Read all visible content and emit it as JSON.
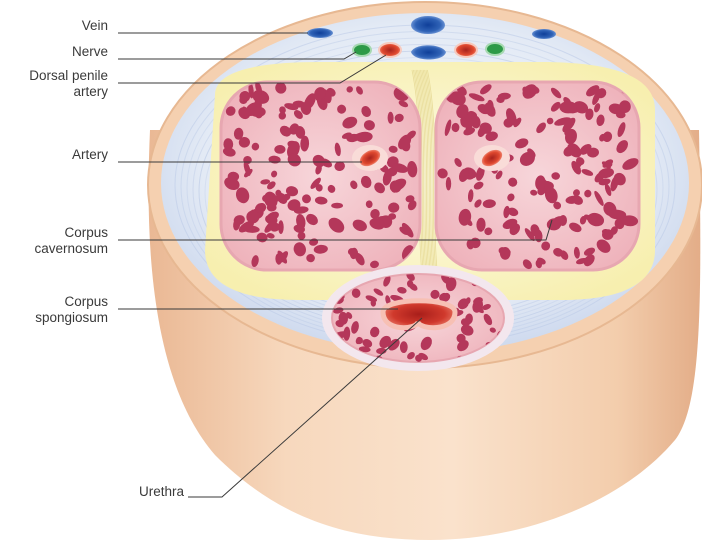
{
  "labels": {
    "vein": "Vein",
    "nerve": "Nerve",
    "dorsal_penile_artery": [
      "Dorsal penile",
      "artery"
    ],
    "artery": "Artery",
    "corpus_cavernosum": [
      "Corpus",
      "cavernosum"
    ],
    "corpus_spongiosum": [
      "Corpus",
      "spongiosum"
    ],
    "urethra": "Urethra"
  },
  "colors": {
    "skin_outer": "#f6d3b4",
    "skin_edge": "#e8b994",
    "fascia": "#dfe7f4",
    "fascia_stripe": "#b9c8e6",
    "tunica": "#fbf5c8",
    "erectile_tissue": "#f2c3c9",
    "sinusoid": "#b4375a",
    "artery_red": "#d9432f",
    "vein_blue": "#2f62b6",
    "nerve_green": "#2d9a47",
    "leader_line": "#3a3a3a"
  }
}
